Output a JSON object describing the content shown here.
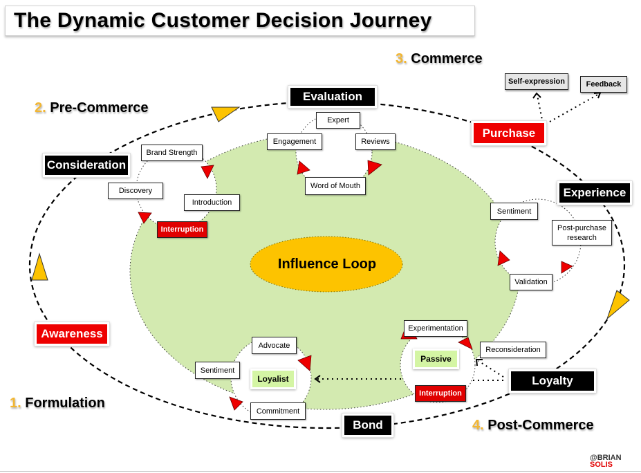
{
  "title": "The Dynamic Customer Decision Journey",
  "phases": [
    {
      "num": "1.",
      "label": "Formulation"
    },
    {
      "num": "2.",
      "label": "Pre-Commerce"
    },
    {
      "num": "3.",
      "label": "Commerce"
    },
    {
      "num": "4.",
      "label": "Post-Commerce"
    }
  ],
  "stages": {
    "awareness": "Awareness",
    "consideration": "Consideration",
    "evaluation": "Evaluation",
    "purchase": "Purchase",
    "experience": "Experience",
    "loyalty": "Loyalty",
    "bond": "Bond"
  },
  "center": "Influence Loop",
  "consideration_loop": {
    "brand_strength": "Brand Strength",
    "discovery": "Discovery",
    "introduction": "Introduction",
    "interruption": "Interruption"
  },
  "evaluation_loop": {
    "expert": "Expert",
    "engagement": "Engagement",
    "reviews": "Reviews",
    "word_of_mouth": "Word of Mouth"
  },
  "purchase_outputs": {
    "self_expression": "Self-expression",
    "feedback": "Feedback"
  },
  "experience_loop": {
    "sentiment": "Sentiment",
    "post_purchase_line1": "Post-purchase",
    "post_purchase_line2": "research",
    "validation": "Validation"
  },
  "loyalty_loop": {
    "experimentation": "Experimentation",
    "passive": "Passive",
    "reconsideration": "Reconsideration",
    "interruption": "Interruption"
  },
  "bond_loop": {
    "advocate": "Advocate",
    "sentiment": "Sentiment",
    "loyalist": "Loyalist",
    "commitment": "Commitment"
  },
  "logo": {
    "line1": "@BRIAN",
    "line2": "SOLIS"
  },
  "colors": {
    "phase_number": "#f2b632",
    "stage_red": "#ee0000",
    "influence_area": "#d3eab0",
    "influence_core": "#fdc300",
    "arrow_red": "#ee0000",
    "arrow_yellow": "#fdc300",
    "loyalist_bg": "#d4f5a4"
  }
}
